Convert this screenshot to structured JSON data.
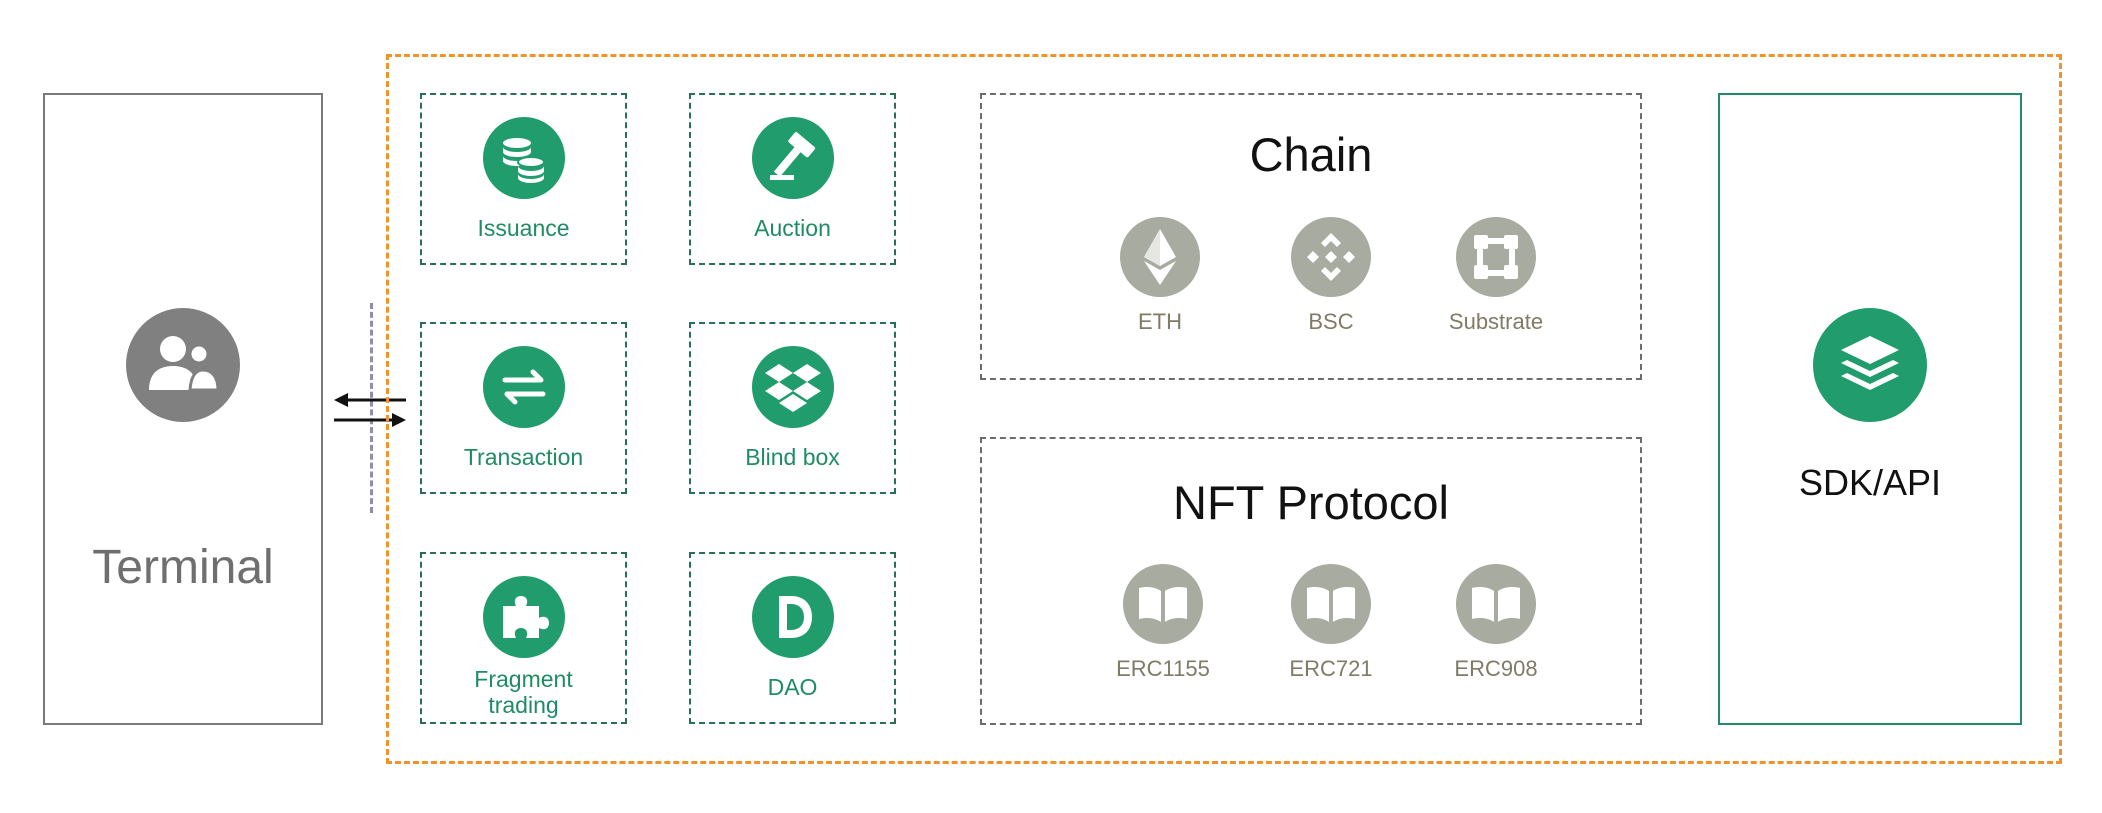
{
  "terminal": {
    "label": "Terminal",
    "icon": "users-icon"
  },
  "features": [
    {
      "label": "Issuance",
      "icon": "coins-stack-icon"
    },
    {
      "label": "Auction",
      "icon": "gavel-icon"
    },
    {
      "label": "Transaction",
      "icon": "exchange-arrows-icon"
    },
    {
      "label": "Blind box",
      "icon": "dropbox-icon"
    },
    {
      "label_line1": "Fragment",
      "label_line2": "trading",
      "icon": "puzzle-piece-icon"
    },
    {
      "label": "DAO",
      "icon": "letter-d-icon"
    }
  ],
  "chain": {
    "title": "Chain",
    "items": [
      {
        "label": "ETH",
        "icon": "ethereum-icon"
      },
      {
        "label": "BSC",
        "icon": "binance-icon"
      },
      {
        "label": "Substrate",
        "icon": "substrate-icon"
      }
    ]
  },
  "protocol": {
    "title": "NFT Protocol",
    "items": [
      {
        "label": "ERC1155",
        "icon": "open-book-icon"
      },
      {
        "label": "ERC721",
        "icon": "open-book-icon"
      },
      {
        "label": "ERC908",
        "icon": "open-book-icon"
      }
    ]
  },
  "sdk": {
    "label": "SDK/API",
    "icon": "layers-icon"
  },
  "colors": {
    "accent_green": "#219c6c",
    "text_green": "#1f8c63",
    "platform_border": "#f0932a",
    "icon_grey": "#a8aba0",
    "terminal_grey": "#808080"
  }
}
